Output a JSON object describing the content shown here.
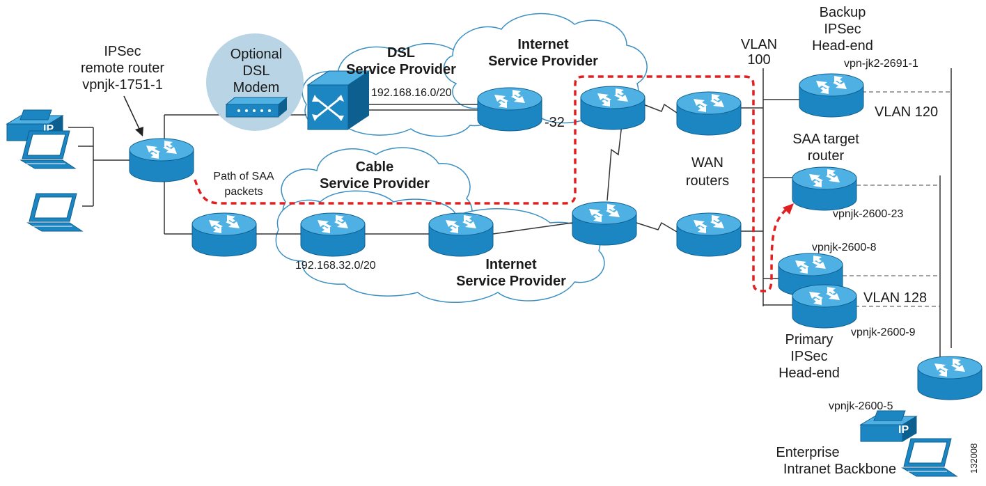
{
  "labels": {
    "remote_router": [
      "IPSec",
      "remote router",
      "vpnjk-1751-1"
    ],
    "dsl_modem": [
      "Optional",
      "DSL",
      "Modem"
    ],
    "dsl_sp": [
      "DSL",
      "Service Provider"
    ],
    "isp_top": [
      "Internet",
      "Service Provider"
    ],
    "cable_sp": [
      "Cable",
      "Service Provider"
    ],
    "isp_bottom": [
      "Internet",
      "Service Provider"
    ],
    "subnet_dsl": "192.168.16.0/20",
    "subnet_cable": "192.168.32.0/20",
    "mask_suffix": "-32",
    "saa_path": [
      "Path of SAA",
      "packets"
    ],
    "wan_routers": [
      "WAN",
      "routers"
    ],
    "vlan100": [
      "VLAN",
      "100"
    ],
    "vlan120": "VLAN 120",
    "vlan128": "VLAN 128",
    "backup_headend": [
      "Backup",
      "IPSec",
      "Head-end"
    ],
    "backup_host": "vpn-jk2-2691-1",
    "saa_target": [
      "SAA target",
      "router"
    ],
    "saa_host": "vpnjk-2600-23",
    "host_8": "vpnjk-2600-8",
    "host_9": "vpnjk-2600-9",
    "primary_headend": [
      "Primary",
      "IPSec",
      "Head-end"
    ],
    "host_5": "vpnjk-2600-5",
    "enterprise": [
      "Enterprise",
      "Intranet Backbone"
    ],
    "figure_id": "132008",
    "phone_label": "IP"
  },
  "colors": {
    "device": "#1b86c2",
    "device_top": "#4fb0e3",
    "device_dark": "#0d5f8f",
    "path": "#e02020",
    "cloud_stroke": "#3a8fc3",
    "modem_bg": "#b9d4e4",
    "line": "#333333"
  },
  "icons": [
    "router-icon",
    "cloud-icon",
    "dsl-modem-icon",
    "switch-icon",
    "ip-phone-icon",
    "laptop-icon"
  ]
}
